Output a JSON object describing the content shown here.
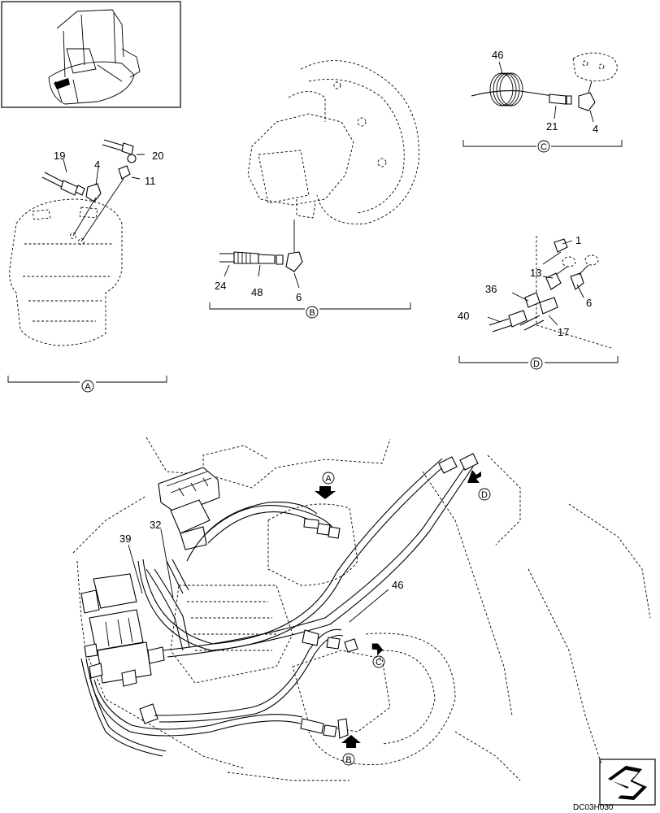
{
  "callouts": {
    "a_19": "19",
    "a_4": "4",
    "a_20": "20",
    "a_11": "11",
    "b_24": "24",
    "b_48": "48",
    "b_6": "6",
    "c_46": "46",
    "c_21": "21",
    "c_4": "4",
    "d_1": "1",
    "d_13": "13",
    "d_36": "36",
    "d_6": "6",
    "d_40": "40",
    "d_17": "17",
    "m_39": "39",
    "m_32": "32",
    "m_46": "46"
  },
  "views": {
    "a": "A",
    "b": "B",
    "c": "C",
    "d": "D"
  },
  "pointers": {
    "a": "A",
    "b": "B",
    "c": "C",
    "d": "D"
  },
  "drawing_code": "DC03H030",
  "icons": [
    "machine-thumbnail",
    "direction-arrow-icon"
  ]
}
